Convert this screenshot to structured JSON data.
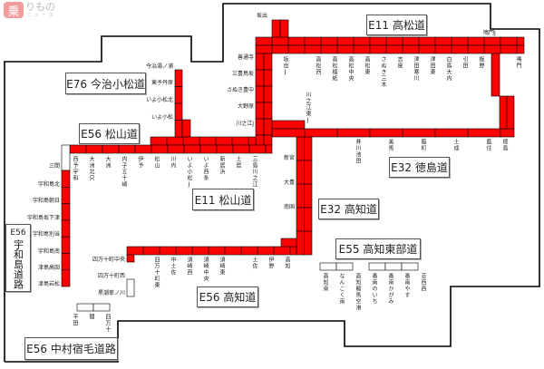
{
  "logo": {
    "text": "乗りものニュース",
    "mark": "乗",
    "name": "りもの",
    "sub": "ニュース"
  },
  "routes": {
    "e11_takamatsu": "E11 高松道",
    "e76_imabari": "E76 今治小松道",
    "e56_matsuyama": "E56 松山道",
    "e11_matsuyama": "E11 松山道",
    "e32_tokushima": "E32 徳島道",
    "e32_kochi": "E32 高知道",
    "e55_kochi_tobu": "E55 高知東部道",
    "e56_kochi": "E56 高知道",
    "e56_uwajima_code": "E56",
    "e56_uwajima_name": "宇和島道路",
    "e56_nakamura": "E56 中村宿毛道路"
  },
  "colors": {
    "route": "#ff0000",
    "outline": "#000000",
    "planned": "#ffffff"
  },
  "labels": {
    "takamatsu": [
      "坂出J",
      "高松西",
      "高松檀紙",
      "高松中央",
      "高松東",
      "さぬき三木",
      "志度",
      "津田寒川",
      "津田東",
      "白鳥大内",
      "引田",
      "板野",
      "鳴門"
    ],
    "top_misc": [
      "坂出",
      "鳴門J",
      "川之江東J"
    ],
    "kagawa_west": [
      "善通寺",
      "三豊鳥坂",
      "さぬき豊中",
      "大野原",
      "川之江J"
    ],
    "imabari": [
      "今治湯ノ浦",
      "東予丹原",
      "いよ小松北",
      "いよ小松"
    ],
    "matsuyama": [
      "西予宇和",
      "大洲北只",
      "大洲",
      "内子五十崎",
      "伊予",
      "松山",
      "川内",
      "いよ小松J",
      "いよ西条",
      "新居浜",
      "土居",
      "三島川之江"
    ],
    "tokushima": [
      "井川池田",
      "美馬",
      "脇町",
      "土成",
      "藍住",
      "徳島"
    ],
    "kochi_north": [
      "新宮",
      "大豊",
      "南国"
    ],
    "uwajima": [
      "三間",
      "宇和島北",
      "宇和島朝日",
      "宇和島坂下津",
      "宇和島別当",
      "宇和島南",
      "津島高田",
      "津島岩松"
    ],
    "kochi_west": [
      "四万十町中央",
      "四万十町西",
      "黒潮拳ノ川"
    ],
    "kochi": [
      "四万十町東",
      "中土佐",
      "須崎西",
      "須崎中央",
      "須崎東",
      "土佐",
      "伊野",
      "高知"
    ],
    "kochi_tobu": [
      "高知南",
      "なんこく南",
      "高知龍馬空港",
      "香南のいち",
      "香南かがみ",
      "香南やす",
      "芸西西"
    ],
    "nakamura": [
      "平田",
      "間",
      "四万十"
    ]
  }
}
